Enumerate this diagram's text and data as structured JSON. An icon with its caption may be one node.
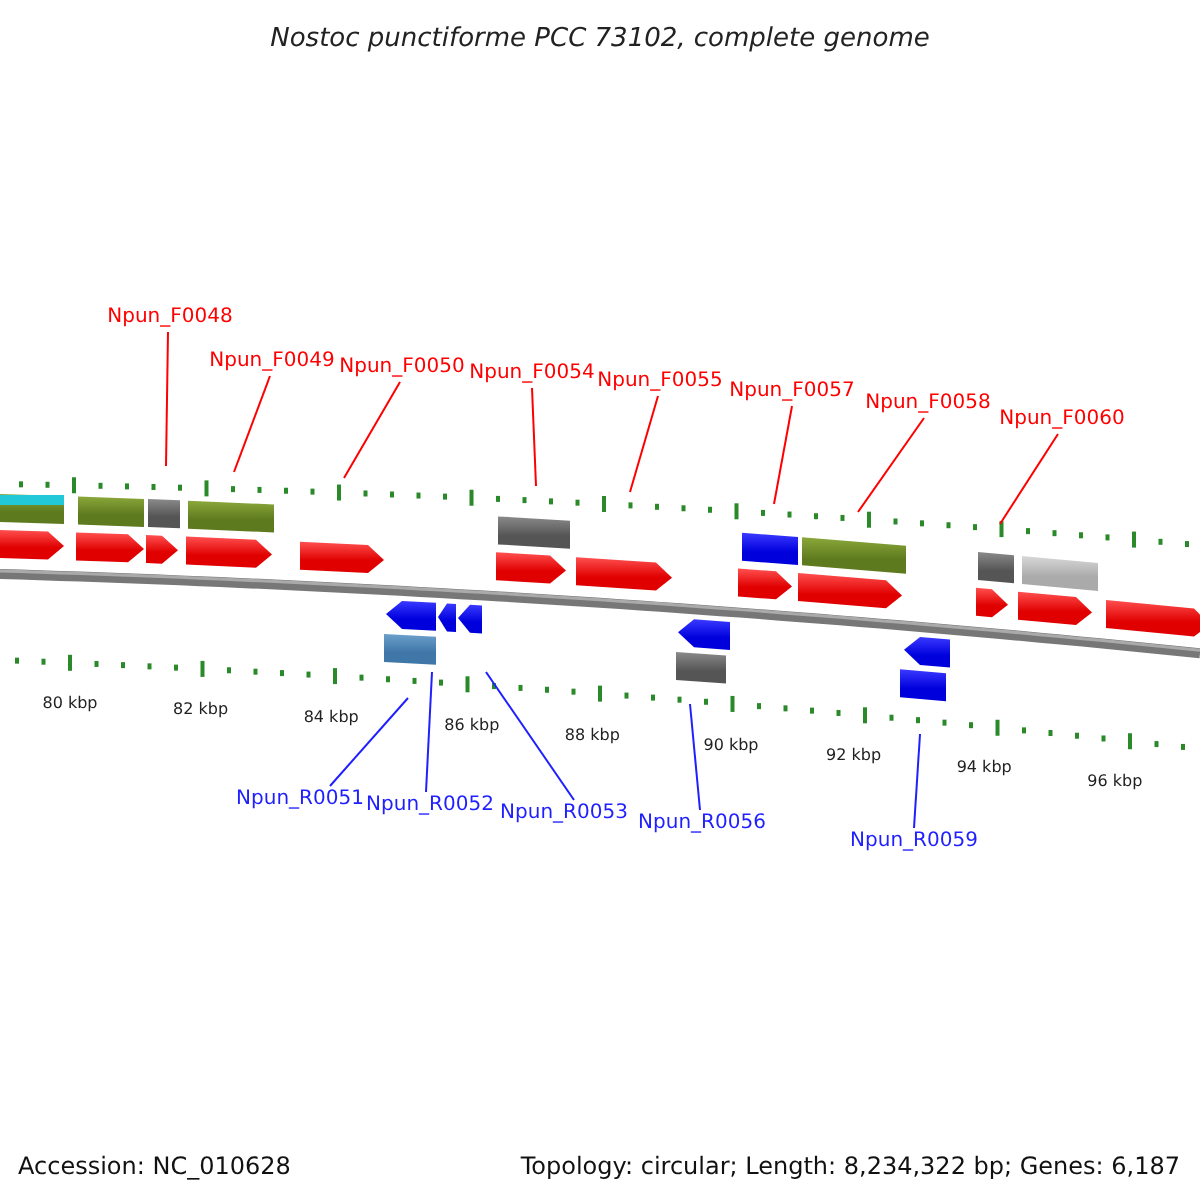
{
  "diagram": {
    "title": "Nostoc punctiforme PCC 73102, complete genome",
    "nodes": [
      {
        "text": [
          "Npun_F0048"
        ]
      },
      {
        "text": [
          "Npun_F0049"
        ]
      },
      {
        "text": [
          "Npun_F0050"
        ]
      },
      {
        "text": [
          "Npun_F0054"
        ]
      },
      {
        "text": [
          "Npun_F0055"
        ]
      },
      {
        "text": [
          "Npun_F0057"
        ]
      },
      {
        "text": [
          "Npun_F0058"
        ]
      },
      {
        "text": [
          "Npun_F0060"
        ]
      },
      {
        "text": [
          "Npun_R0051"
        ]
      },
      {
        "text": [
          "Npun_R0052"
        ]
      },
      {
        "text": [
          "Npun_R0053"
        ]
      },
      {
        "text": [
          "Npun_R0056"
        ]
      },
      {
        "text": [
          "Npun_R0059"
        ]
      }
    ],
    "edges": [
      {
        "from": 0,
        "to": null,
        "arrow": "none"
      },
      {
        "from": 1,
        "to": null,
        "arrow": "none"
      },
      {
        "from": 2,
        "to": null,
        "arrow": "none"
      },
      {
        "from": 3,
        "to": null,
        "arrow": "none"
      },
      {
        "from": 4,
        "to": null,
        "arrow": "none"
      },
      {
        "from": 5,
        "to": null,
        "arrow": "none"
      },
      {
        "from": 6,
        "to": null,
        "arrow": "none"
      },
      {
        "from": 7,
        "to": null,
        "arrow": "none"
      },
      {
        "from": 8,
        "to": null,
        "arrow": "none",
        "color": "#1f1fff"
      },
      {
        "from": 9,
        "to": null,
        "arrow": "none",
        "color": "#1f1fff"
      },
      {
        "from": 10,
        "to": null,
        "arrow": "none",
        "color": "#1f1fff"
      },
      {
        "from": 11,
        "to": null,
        "arrow": "none",
        "color": "#1f1fff"
      },
      {
        "from": 12,
        "to": null,
        "arrow": "none",
        "color": "#1f1fff"
      }
    ],
    "labels": [
      "80 kbp",
      "82 kbp",
      "84 kbp",
      "86 kbp",
      "88 kbp",
      "90 kbp",
      "92 kbp",
      "94 kbp",
      "96 kbp",
      "Accession: NC_010628",
      "Topology: circular; Length: 8,234,322 bp; Genes: 6,187"
    ]
  }
}
